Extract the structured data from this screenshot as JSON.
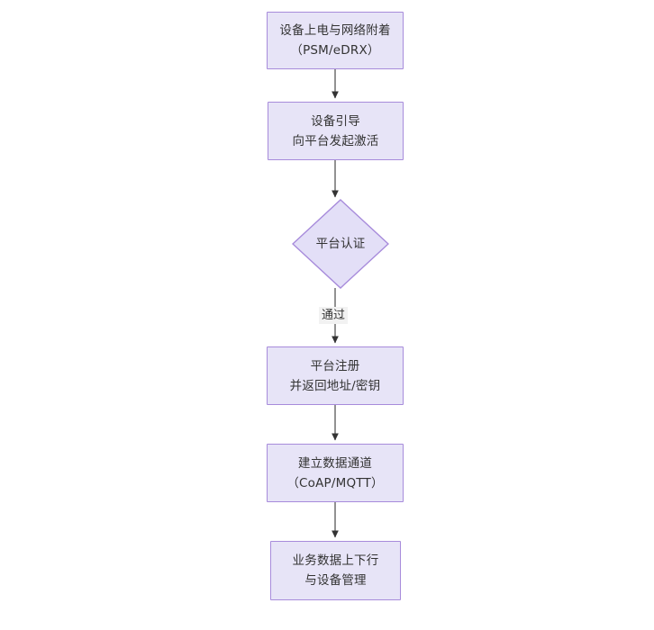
{
  "diagram": {
    "type": "flowchart",
    "direction": "top-to-bottom",
    "background": "#ffffff",
    "node_fill": "#e7e4f7",
    "node_border": "#a78bdb",
    "edge_color": "#333333",
    "text_color": "#333333",
    "edge_label_background": "#f2f2f2",
    "nodes": [
      {
        "id": "n1",
        "shape": "rectangle",
        "label": "设备上电与网络附着\n（PSM/eDRX）"
      },
      {
        "id": "n2",
        "shape": "rectangle",
        "label": "设备引导\n向平台发起激活"
      },
      {
        "id": "n3",
        "shape": "diamond",
        "label": "平台认证"
      },
      {
        "id": "n4",
        "shape": "rectangle",
        "label": "平台注册\n并返回地址/密钥"
      },
      {
        "id": "n5",
        "shape": "rectangle",
        "label": "建立数据通道\n（CoAP/MQTT）"
      },
      {
        "id": "n6",
        "shape": "rectangle",
        "label": "业务数据上下行\n与设备管理"
      }
    ],
    "edges": [
      {
        "id": "e1",
        "from": "n1",
        "to": "n2",
        "label": ""
      },
      {
        "id": "e2",
        "from": "n2",
        "to": "n3",
        "label": ""
      },
      {
        "id": "e3",
        "from": "n3",
        "to": "n4",
        "label": "通过"
      },
      {
        "id": "e4",
        "from": "n4",
        "to": "n5",
        "label": ""
      },
      {
        "id": "e5",
        "from": "n5",
        "to": "n6",
        "label": ""
      }
    ]
  }
}
